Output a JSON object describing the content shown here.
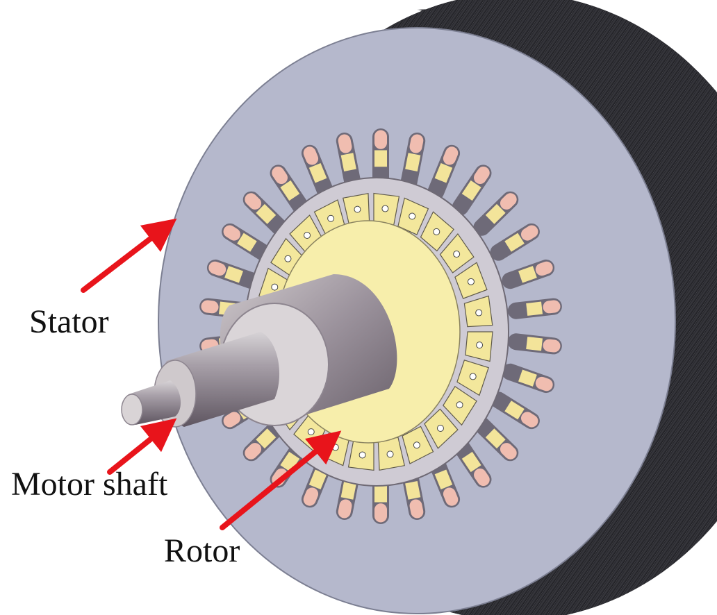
{
  "labels": {
    "stator": "Stator",
    "motor_shaft": "Motor shaft",
    "rotor": "Rotor"
  },
  "colors": {
    "arrow": "#e8141b",
    "stator_face": "#b5b8cc",
    "stator_body": "#2a2a2e",
    "coil_pink": "#f0bdb0",
    "coil_yellow": "#f3e49a",
    "rotor_face": "#f7eeab",
    "shaft": "#8e8590"
  },
  "stator_slots": 30,
  "rotor_segments": 24
}
